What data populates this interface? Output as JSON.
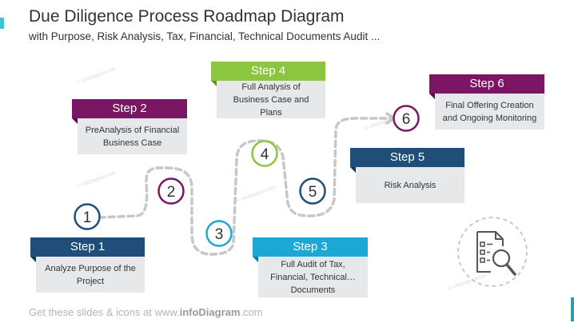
{
  "title": "Due Diligence Process Roadmap Diagram",
  "subtitle": "with Purpose, Risk Analysis, Tax, Financial, Technical Documents Audit ...",
  "footer": {
    "prefix": "Get these slides & icons at www.",
    "brand": "infoDiagram",
    "suffix": ".com"
  },
  "watermark": "© infoDiagram.com",
  "colors": {
    "navy": "#1f4e79",
    "purple": "#7b1664",
    "lime": "#8cc63f",
    "cyan": "#1ba8d5",
    "box": "#e6e8ea"
  },
  "markers": [
    "1",
    "2",
    "3",
    "4",
    "5",
    "6"
  ],
  "steps": [
    {
      "label": "Step 1",
      "text": "Analyze Purpose of the Project"
    },
    {
      "label": "Step 2",
      "text": "PreAnalysis of Financial Business Case"
    },
    {
      "label": "Step 3",
      "text": "Full Audit of Tax, Financial, Technical… Documents"
    },
    {
      "label": "Step 4",
      "text": "Full Analysis of Business Case and Plans"
    },
    {
      "label": "Step 5",
      "text": "Risk Analysis"
    },
    {
      "label": "Step 6",
      "text": "Final Offering Creation and Ongoing Monitoring"
    }
  ],
  "icon": "document-magnifier-icon"
}
